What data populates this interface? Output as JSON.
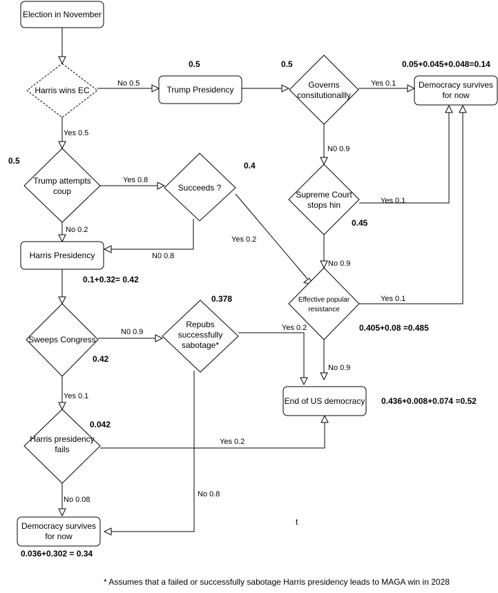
{
  "nodes": {
    "election": "Election in November",
    "harris_wins_ec": "Harris wins EC",
    "trump_presidency": "Trump Presidency",
    "governs": [
      "Governs",
      "consitutionallly"
    ],
    "democracy_survives_top": [
      "Democracy survives",
      "for now"
    ],
    "trump_coup": [
      "Trump attempts",
      "coup"
    ],
    "succeeds": "Succeeds ?",
    "supreme_court": [
      "Supreme Court",
      "stops hin"
    ],
    "harris_presidency": "Harris Presidency",
    "effective_resistance": [
      "Effective popular",
      "resistance"
    ],
    "sweeps_congress": "Sweeps Congress",
    "repubs_sabotage": [
      "Repubs",
      "successfully",
      "sabotage*"
    ],
    "end_democracy": "End of US democracy",
    "harris_fails": [
      "Harris presidency",
      "fails"
    ],
    "democracy_survives_bottom": [
      "Democracy survives",
      "for now"
    ]
  },
  "edges": {
    "no_05": "No 0.5",
    "yes_05": "Yes 0.5",
    "yes_01_governs": "Yes 0.1",
    "n0_09_governs": "N0 0.9",
    "yes_08_coup": "Yes 0.8",
    "no_02_coup": "No 0.2",
    "n0_08_succeeds": "N0 0.8",
    "yes_02_succeeds": "Yes 0.2",
    "yes_01_court": "Yes 0.1",
    "no_09_court": "No 0.9",
    "yes_01_resist": "Yes 0.1",
    "no_09_resist": "No 0.9",
    "n0_09_sweeps": "N0 0.9",
    "yes_02_sabotage": "Yes 0.2",
    "yes_01_sweeps": "Yes 0.1",
    "yes_02_fails": "Yes 0.2",
    "no_008_fails": "No 0.08",
    "no_08_sabotage": "No 0.8"
  },
  "probabilities": {
    "p_trump_presidency": "0.5",
    "p_governs": "0.5",
    "p_democracy_top": "0.05+0.045+0.048=0.14",
    "p_coup": "0.5",
    "p_succeeds": "0.4",
    "p_supreme_court": "0.45",
    "p_harris_presidency": "0.1+0.32= 0.42",
    "p_sabotage": "0.378",
    "p_resistance": "0.405+0.08 =0.485",
    "p_sweeps": "0.42",
    "p_end_democracy": "0.436+0.008+0.074 =0.52",
    "p_fails": "0.042",
    "p_democracy_bottom": "0.036+0.302 = 0.34"
  },
  "stray_mark": "t",
  "footnote": "* Assumes that a failed or successfully sabotage Harris presidency leads to MAGA win in 2028"
}
